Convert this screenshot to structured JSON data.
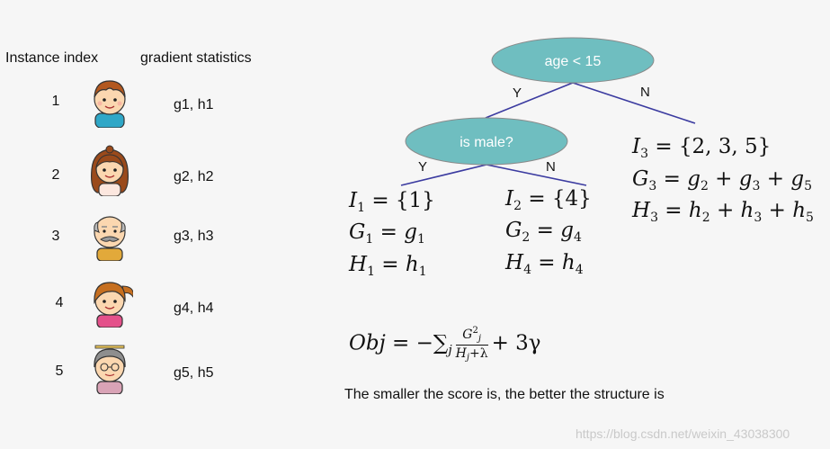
{
  "headers": {
    "instance_index": "Instance index",
    "gradient_statistics": "gradient statistics"
  },
  "instances": [
    {
      "index": "1",
      "stats": "g1, h1",
      "avatar": "boy-icon"
    },
    {
      "index": "2",
      "stats": "g2, h2",
      "avatar": "girl-icon"
    },
    {
      "index": "3",
      "stats": "g3, h3",
      "avatar": "grandpa-icon"
    },
    {
      "index": "4",
      "stats": "g4, h4",
      "avatar": "woman-icon"
    },
    {
      "index": "5",
      "stats": "g5, h5",
      "avatar": "grandma-icon"
    }
  ],
  "tree": {
    "root_label": "age < 15",
    "child_label": "is male?",
    "yes": "Y",
    "no": "N",
    "node_color": "#6fbec0",
    "edge_color": "#3b3ba0"
  },
  "leaves": {
    "leaf1": {
      "I": "I",
      "sub": "1",
      "set": " = {1}",
      "G": "G",
      "g": "g",
      "H": "H",
      "h": "h"
    },
    "leaf2": {
      "I": "I",
      "isub": "2",
      "set": " = {4}",
      "G": "G",
      "gsub_lhs": "2",
      "g": "g",
      "gsub": "4",
      "H": "H",
      "hsub_lhs": "4",
      "h": "h",
      "hsub": "4"
    },
    "leaf3": {
      "I": "I",
      "sub": "3",
      "set": " = {2, 3, 5}"
    }
  },
  "objective": {
    "lhs": "Obj",
    "eq": " = −",
    "sum": "∑",
    "sum_sub": "j",
    "num": "G",
    "num_sup": "2",
    "num_sub": "j",
    "den": "H",
    "den_sub": "j",
    "den_rest": "+λ",
    "tail": " + 3γ"
  },
  "caption": "The smaller the score is, the better the structure is",
  "watermark": "https://blog.csdn.net/weixin_43038300"
}
